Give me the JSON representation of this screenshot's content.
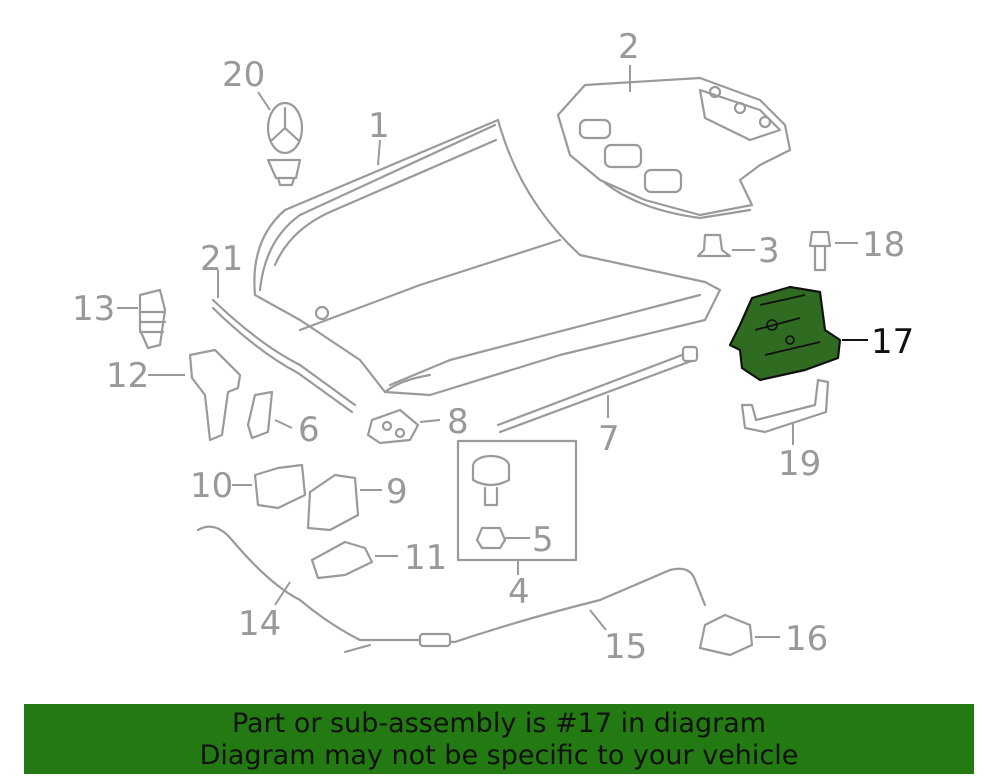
{
  "diagram": {
    "callouts": {
      "c1": "1",
      "c2": "2",
      "c3": "3",
      "c4": "4",
      "c5": "5",
      "c6": "6",
      "c7": "7",
      "c8": "8",
      "c9": "9",
      "c10": "10",
      "c11": "11",
      "c12": "12",
      "c13": "13",
      "c14": "14",
      "c15": "15",
      "c16": "16",
      "c17": "17",
      "c18": "18",
      "c19": "19",
      "c20": "20",
      "c21": "21"
    },
    "highlighted_part": "17",
    "highlight_color": "#2f6b20"
  },
  "banner": {
    "line1": "Part or sub-assembly is #17 in diagram",
    "line2": "Diagram may not be specific to your vehicle",
    "background": "#237a13"
  }
}
